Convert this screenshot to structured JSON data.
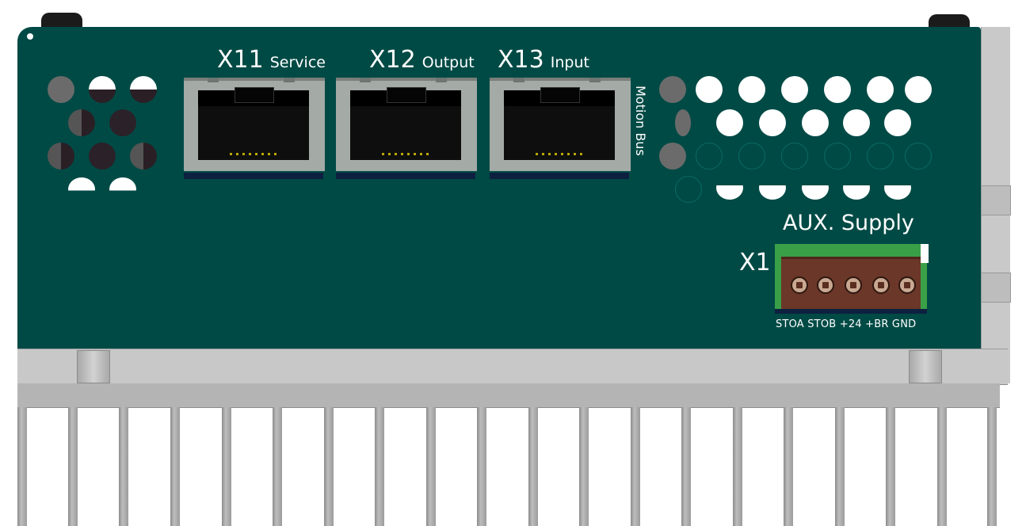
{
  "ports": [
    {
      "id": "X11",
      "label": "Service"
    },
    {
      "id": "X12",
      "label": "Output"
    },
    {
      "id": "X13",
      "label": "Input"
    }
  ],
  "motion_bus_label": "Motion Bus",
  "aux_supply": {
    "title": "AUX. Supply",
    "connector_id": "X1",
    "pins": [
      "STOA",
      "STOB",
      "+24",
      "+BR",
      "GND"
    ]
  },
  "colors": {
    "panel": "#004a45",
    "heatsink": "#c8c8c8",
    "terminal": "#6a3728",
    "terminal_frame": "#3aa048"
  }
}
